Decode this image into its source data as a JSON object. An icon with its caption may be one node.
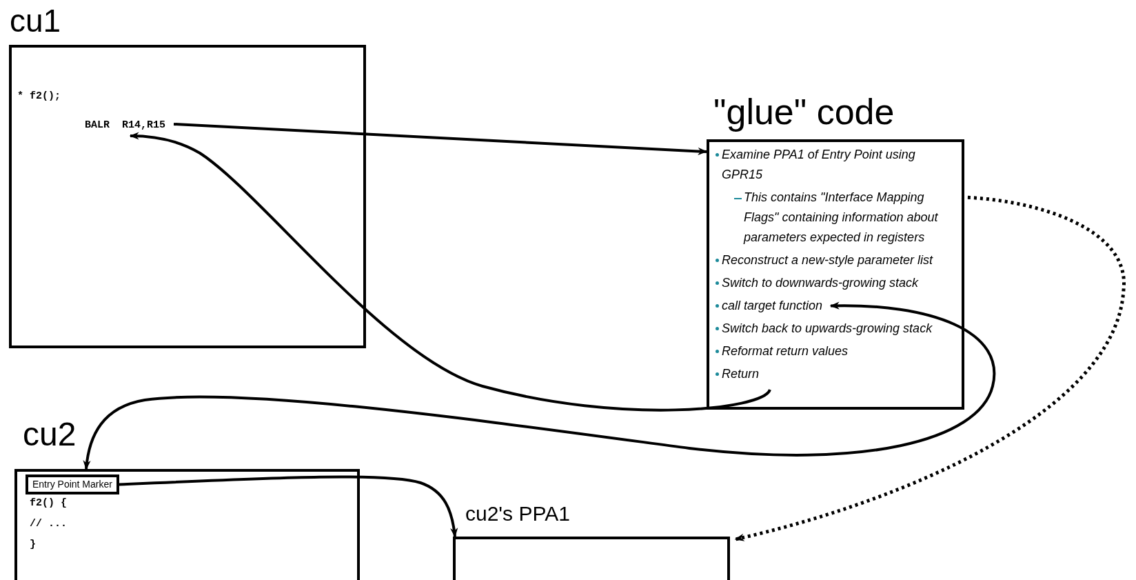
{
  "diagram": {
    "nodes": [
      {
        "text": [
          "cu1",
          "* f2();"
        ]
      },
      {
        "text": [
          "BALR  R14,R15"
        ],
        "in": 0
      },
      {
        "text": [
          "\"glue\" code"
        ]
      },
      {
        "text": [
          "Examine PPA1 of Entry Point using GPR15"
        ],
        "in": 2
      },
      {
        "text": [
          "This contains \"Interface Mapping Flags\"  containing information about parameters expected in registers"
        ],
        "in": 2
      },
      {
        "text": [
          "Reconstruct a new-style parameter list"
        ],
        "in": 2
      },
      {
        "text": [
          "Switch to downwards-growing stack"
        ],
        "in": 2
      },
      {
        "text": [
          "call target function"
        ],
        "in": 2
      },
      {
        "text": [
          "Switch back to upwards-growing stack"
        ],
        "in": 2
      },
      {
        "text": [
          "Reformat return values"
        ],
        "in": 2
      },
      {
        "text": [
          "Return"
        ],
        "in": 2
      },
      {
        "text": [
          "cu2",
          "f2() {",
          "// ...",
          "}"
        ]
      },
      {
        "text": [
          "Entry Point Marker"
        ],
        "in": 11
      },
      {
        "text": [
          "cu2's PPA1"
        ]
      }
    ],
    "edges": [
      {
        "from": 1,
        "to": 2,
        "arrow": "to"
      },
      {
        "from": 10,
        "to": 1,
        "arrow": "to"
      },
      {
        "from": 7,
        "to": 11,
        "arrow": "both"
      },
      {
        "from": 12,
        "to": 13,
        "arrow": "to"
      },
      {
        "from": 4,
        "to": 13,
        "arrow": "to",
        "style": "dashed"
      }
    ]
  }
}
